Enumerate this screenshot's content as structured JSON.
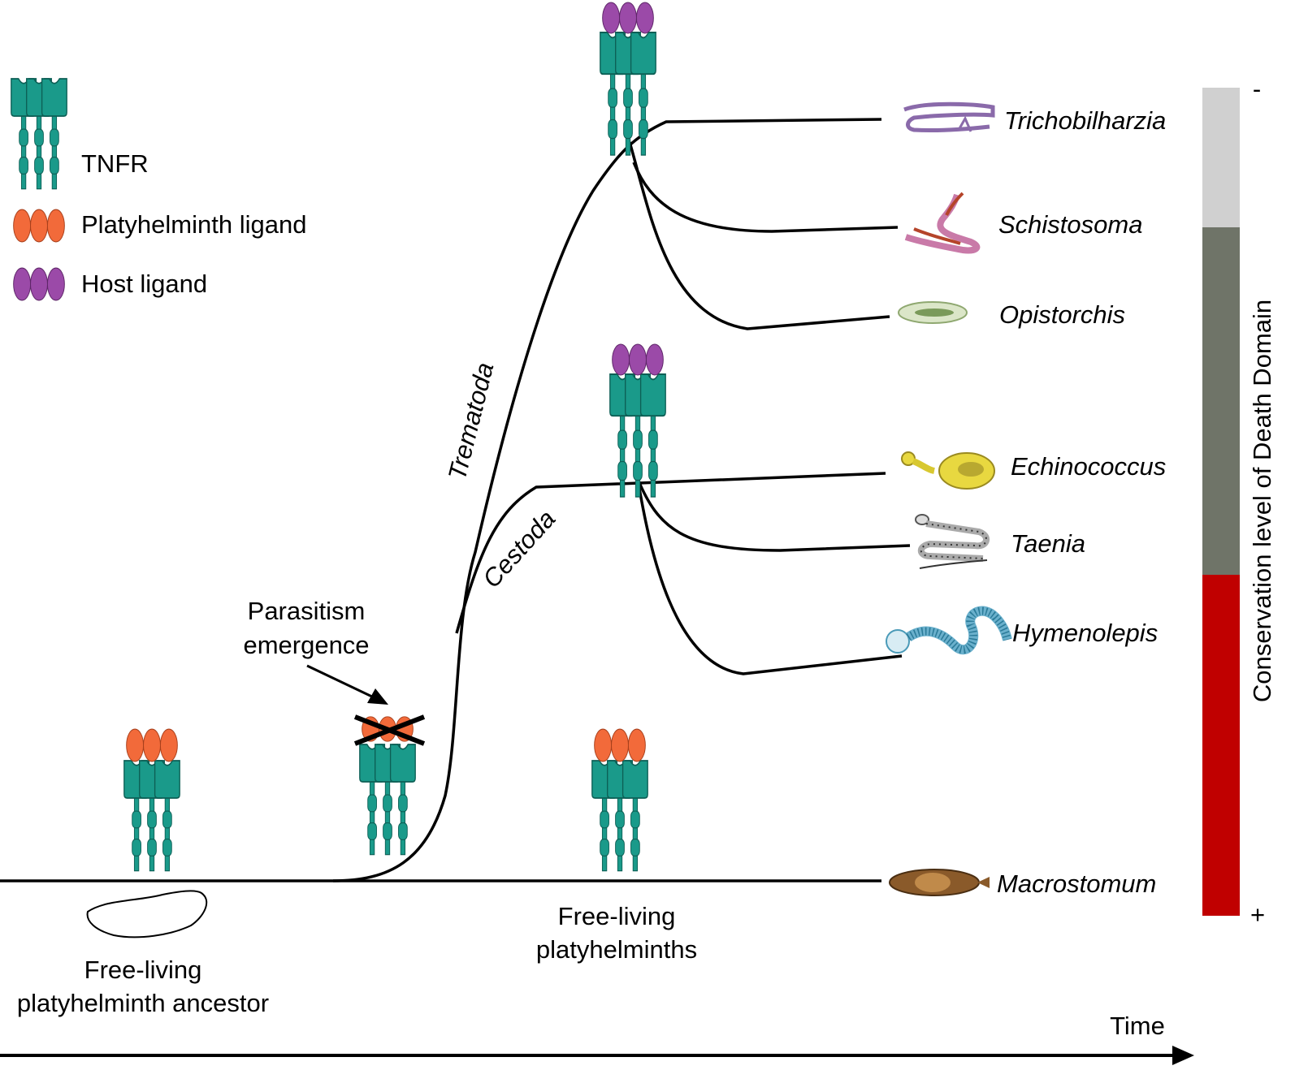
{
  "legend": {
    "tnfr": "TNFR",
    "platyhelminth_ligand": "Platyhelminth ligand",
    "host_ligand": "Host ligand"
  },
  "colors": {
    "receptor": "#1a9a8a",
    "receptor_stroke": "#0d5f55",
    "platyhelminth_ligand": "#f26a3a",
    "host_ligand": "#9b4aa8",
    "branch": "#000000",
    "bar_low": "#d0d0d0",
    "bar_mid": "#6f7468",
    "bar_high": "#c00000"
  },
  "labels": {
    "ancestor_line1": "Free-living",
    "ancestor_line2": "platyhelminth ancestor",
    "free_living_line1": "Free-living",
    "free_living_line2": "platyhelminths",
    "parasitism_line1": "Parasitism",
    "parasitism_line2": "emergence",
    "trematoda": "Trematoda",
    "cestoda": "Cestoda",
    "time": "Time"
  },
  "taxa": [
    {
      "name": "Trichobilharzia"
    },
    {
      "name": "Schistosoma"
    },
    {
      "name": "Opistorchis"
    },
    {
      "name": "Echinococcus"
    },
    {
      "name": "Taenia"
    },
    {
      "name": "Hymenolepis"
    },
    {
      "name": "Macrostomum"
    }
  ],
  "conservation_bar": {
    "title": "Conservation level of Death Domain",
    "minus_label": "-",
    "plus_label": "+"
  }
}
